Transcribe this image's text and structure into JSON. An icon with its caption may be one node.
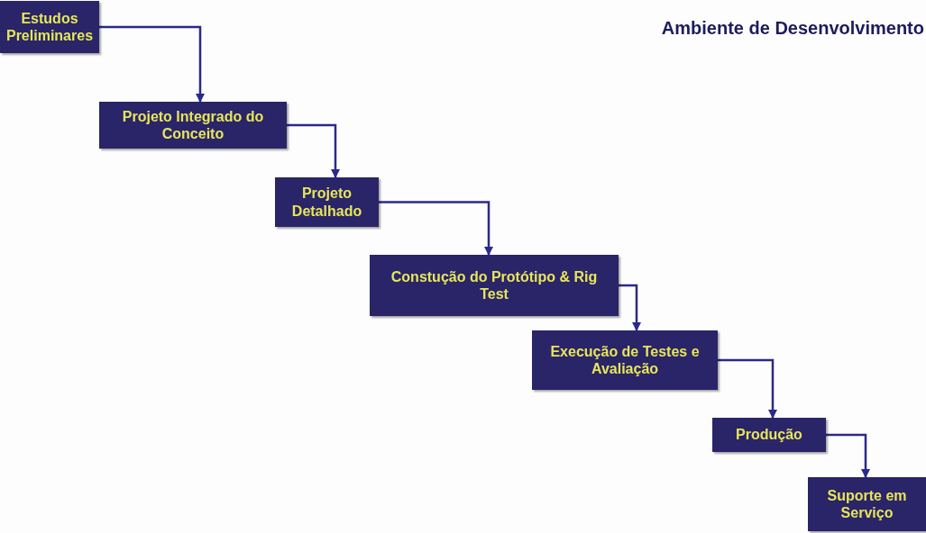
{
  "diagram": {
    "title": "Ambiente de Desenvolvimento",
    "nodes": [
      {
        "text": [
          "Estudos Preliminares"
        ]
      },
      {
        "text": [
          "Projeto Integrado do Conceito"
        ]
      },
      {
        "text": [
          "Projeto Detalhado"
        ]
      },
      {
        "text": [
          "Constução do Protótipo & Rig Test"
        ]
      },
      {
        "text": [
          "Execução de Testes e Avaliação"
        ]
      },
      {
        "text": [
          "Produção"
        ]
      },
      {
        "text": [
          "Suporte em Serviço"
        ]
      }
    ],
    "edges": [
      {
        "from": 0,
        "to": 1,
        "arrow": "to"
      },
      {
        "from": 1,
        "to": 2,
        "arrow": "to"
      },
      {
        "from": 2,
        "to": 3,
        "arrow": "to"
      },
      {
        "from": 3,
        "to": 4,
        "arrow": "to"
      },
      {
        "from": 4,
        "to": 5,
        "arrow": "to"
      },
      {
        "from": 5,
        "to": 6,
        "arrow": "to"
      }
    ]
  }
}
